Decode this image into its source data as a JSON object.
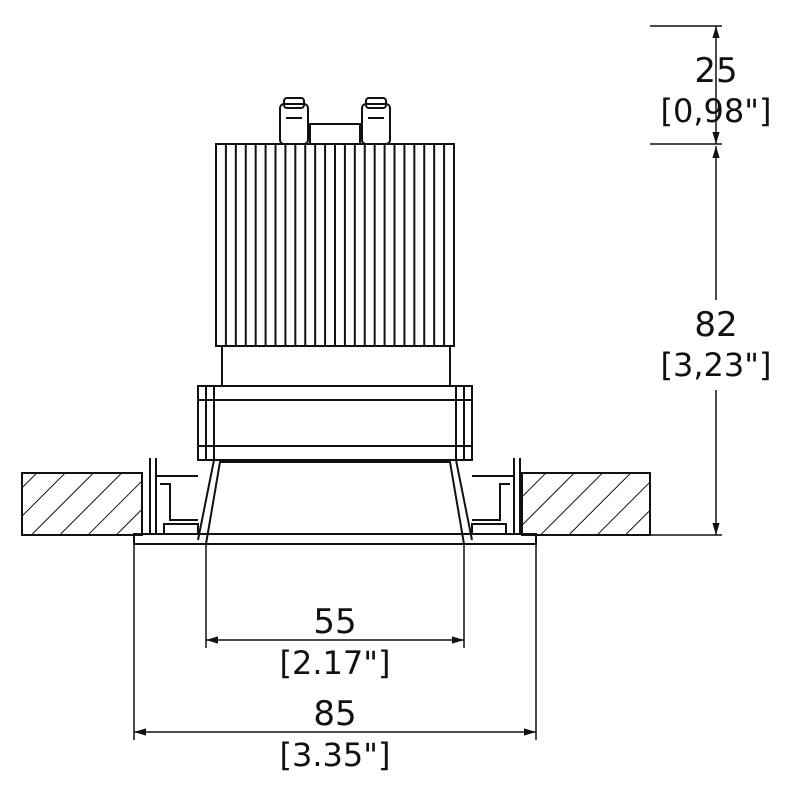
{
  "diagram": {
    "dimensions": {
      "top_offset": {
        "value": "25",
        "imperial": "[0,98\"]"
      },
      "height": {
        "value": "82",
        "imperial": "[3,23\"]"
      },
      "aperture": {
        "value": "55",
        "imperial": "[2.17\"]"
      },
      "outer": {
        "value": "85",
        "imperial": "[3.35\"]"
      }
    },
    "colors": {
      "line": "#111111",
      "background": "#ffffff"
    }
  }
}
